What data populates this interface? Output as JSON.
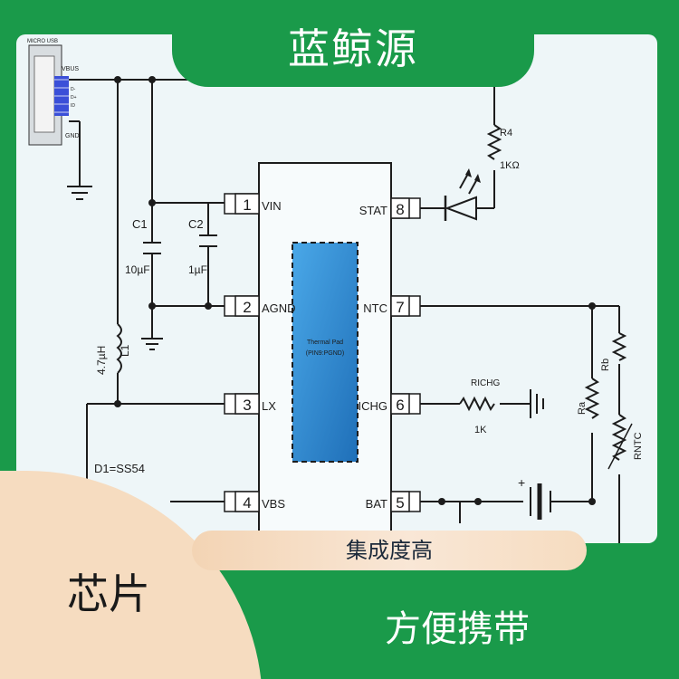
{
  "brand": {
    "title": "蓝鲸源"
  },
  "tags": {
    "top": "集成度高",
    "left": "芯片",
    "bottom": "方便携带"
  },
  "schematic": {
    "usb": {
      "title": "MICRO USB",
      "vbus": "VBUS",
      "pins": [
        "D-",
        "D+",
        "ID"
      ],
      "gnd": "GND"
    },
    "chip": {
      "thermal_pad": {
        "line1": "Thermal Pad",
        "line2": "(PIN9:PGND)"
      },
      "pins_left": [
        {
          "num": "1",
          "name": "VIN"
        },
        {
          "num": "2",
          "name": "AGND"
        },
        {
          "num": "3",
          "name": "LX"
        },
        {
          "num": "4",
          "name": "VBS"
        }
      ],
      "pins_right": [
        {
          "num": "8",
          "name": "STAT"
        },
        {
          "num": "7",
          "name": "NTC"
        },
        {
          "num": "6",
          "name": "ICHG"
        },
        {
          "num": "5",
          "name": "BAT"
        }
      ]
    },
    "components": {
      "r4": {
        "name": "R4",
        "value": "1KΩ"
      },
      "c1": {
        "name": "C1",
        "value": "10µF"
      },
      "c2": {
        "name": "C2",
        "value": "1µF"
      },
      "l1": {
        "name": "L1",
        "value": "4.7µH"
      },
      "d1": {
        "label": "D1=SS54"
      },
      "richg": {
        "name": "RICHG",
        "value": "1K"
      },
      "ra": {
        "name": "Ra"
      },
      "rb": {
        "name": "Rb"
      },
      "rntc": {
        "name": "RNTC"
      }
    },
    "battery": {
      "plus": "+"
    }
  },
  "colors": {
    "background": "#1a9a4a",
    "panel": "#eef6f8",
    "thermal_pad": "#2a85cc",
    "accent_peach": "#f6dcc0"
  }
}
